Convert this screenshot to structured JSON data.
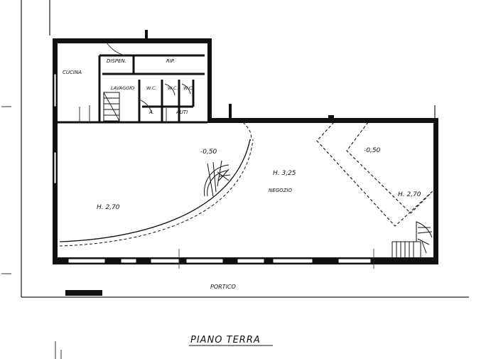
{
  "drawing": {
    "title": "PIANO TERRA",
    "street_label": "PORTICO"
  },
  "rooms": {
    "cucina": "CUCINA",
    "dispensa": "DISPEN.",
    "ripostiglio": "RIP.",
    "lavaggio": "LAVAGGIO",
    "wc1": "W.C.",
    "wc2": "W.C.",
    "wc3": "W.C.",
    "a_label": "A.",
    "auti": "AUTI",
    "negozio": "NEGOZIO"
  },
  "heights": {
    "left_area": "H. 2,70",
    "center": "H. 3,25",
    "right_corner": "H. 2,70"
  },
  "levels": {
    "left_spiral": "-0,50",
    "right_mezzanine": "-0,50"
  }
}
